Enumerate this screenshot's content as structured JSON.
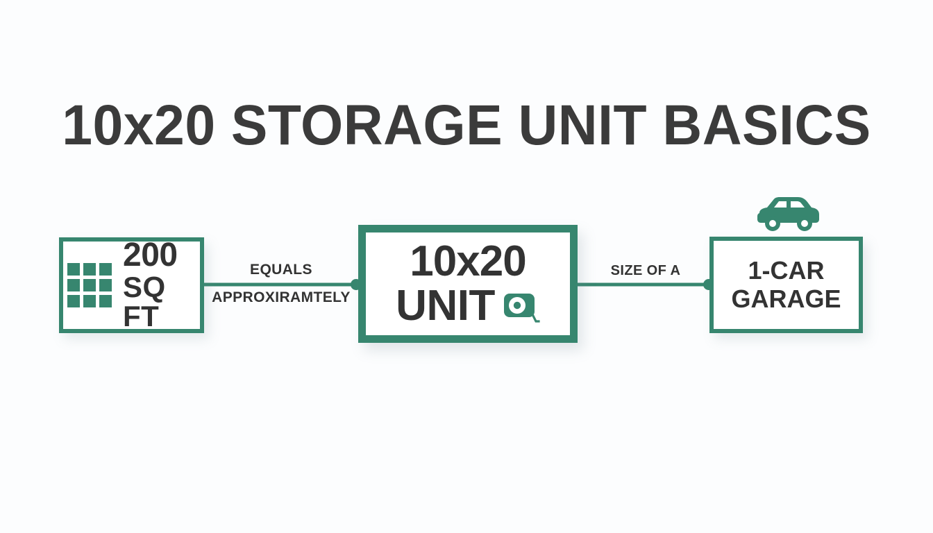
{
  "page": {
    "title": "10x20 STORAGE UNIT BASICS",
    "background_color": "#fcfdfe",
    "accent_color": "#37866f",
    "text_color": "#333333"
  },
  "nodes": {
    "left": {
      "icon": "grid-3x3-icon",
      "value": "200",
      "unit": "SQ FT"
    },
    "center": {
      "line1": "10x20",
      "line2": "UNIT",
      "icon": "tape-measure-icon"
    },
    "right": {
      "icon": "car-icon",
      "line1": "1-CAR",
      "line2": "GARAGE"
    }
  },
  "connectors": {
    "left_to_center": {
      "label_above": "EQUALS",
      "label_below": "APPROXIRAMTELY"
    },
    "center_to_right": {
      "label_above": "SIZE OF A"
    }
  },
  "chart_data": {
    "type": "diagram",
    "title": "10x20 STORAGE UNIT BASICS",
    "layout": "horizontal-flow",
    "nodes": [
      {
        "id": "sqft",
        "label": "200 SQ FT",
        "icon": "grid-3x3-icon"
      },
      {
        "id": "unit",
        "label": "10x20 UNIT",
        "icon": "tape-measure-icon",
        "emphasis": true
      },
      {
        "id": "garage",
        "label": "1-CAR GARAGE",
        "icon": "car-icon"
      }
    ],
    "edges": [
      {
        "from": "sqft",
        "to": "unit",
        "label": "EQUALS APPROXIRAMTELY"
      },
      {
        "from": "unit",
        "to": "garage",
        "label": "SIZE OF A"
      }
    ]
  }
}
